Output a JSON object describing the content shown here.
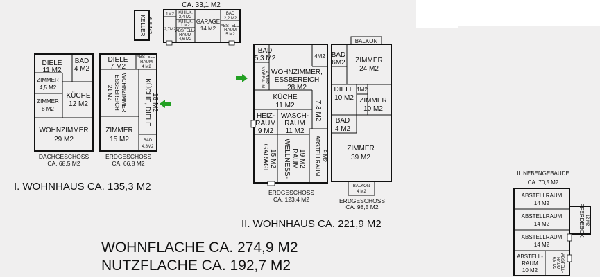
{
  "annex_top": {
    "total": "CA. 33,1 M2",
    "keller": [
      "KELLER",
      "6,8 M2"
    ],
    "r1m2": "1M2",
    "r27": "2,7M2",
    "kuhl": [
      "KÜHLK.",
      "2,4 M2",
      "KÜHLK.",
      "1 M2"
    ],
    "abst46": [
      "ABSTELL-",
      "RAUM",
      "4,6 M2"
    ],
    "garage": [
      "GARAGE",
      "14 M2"
    ],
    "bad22": [
      "BAD",
      "2,2 M2"
    ],
    "abst5": [
      "ABSTELL-",
      "RAUM",
      "5 M2"
    ]
  },
  "dach": {
    "diele": [
      "DIELE",
      "11 M2"
    ],
    "bad": [
      "BAD",
      "4 M2"
    ],
    "zimmer1": [
      "ZIMMER",
      "4,5 M2"
    ],
    "kueche": [
      "KÜCHE",
      "12 M2"
    ],
    "zimmer2": [
      "ZIMMER",
      "8 M2"
    ],
    "wohn": [
      "WOHNZIMMER",
      "29 M2"
    ],
    "caption": [
      "DACHGESCHOSS",
      "CA. 68,5 M2"
    ]
  },
  "erd1": {
    "diele": [
      "DIELE",
      "7 M2"
    ],
    "abst": [
      "ABSTELL-",
      "RAUM",
      "4 M2"
    ],
    "wohn": [
      "WOHNZIMMER",
      "ESSBEREICH",
      "21 M2"
    ],
    "kueche": [
      "KÜCHE, DIELE",
      "15 M2"
    ],
    "zimmer": [
      "ZIMMER",
      "15 M2"
    ],
    "bad": [
      "BAD",
      "4,8M2"
    ],
    "caption": [
      "ERDGESCHOSS",
      "CA. 66,8 M2"
    ]
  },
  "title1": "I. WOHNHAUS CA. 135,3 M2",
  "erd2": {
    "bad": [
      "BAD",
      "5,3 M2"
    ],
    "vorraum": [
      "VORRAUM",
      "4,8 M2"
    ],
    "m4": "4M2",
    "wohn": [
      "WOHNZIMMER,",
      "ESSBEREICH",
      "28 M2"
    ],
    "kueche": [
      "KÜCHE",
      "11 M2"
    ],
    "r73": "7,3 M2",
    "heiz": [
      "HEIZ-",
      "RAUM",
      "9 M2"
    ],
    "wasch": [
      "WASCH-",
      "RAUM",
      "11 M2"
    ],
    "abst": [
      "ABSTELLRAUM",
      "9 M2"
    ],
    "garage": [
      "GARAGE",
      "15 M2"
    ],
    "wellness": [
      "WELLNESS-",
      "RAUM",
      "19 M2"
    ],
    "caption": [
      "ERDGESCHOSS",
      "CA. 123,4 M2"
    ]
  },
  "erd3": {
    "balkon_top": "BALKON",
    "bad6": [
      "BAD",
      "6M2"
    ],
    "zimmer24": [
      "ZIMMER",
      "24 M2"
    ],
    "diele": [
      "DIELE",
      "10 M2"
    ],
    "m1": "1M2",
    "zimmer10": [
      "ZIMMER",
      "10 M2"
    ],
    "bad4": [
      "BAD",
      "4 M2"
    ],
    "zimmer39": [
      "ZIMMER",
      "39 M2"
    ],
    "balkon_bottom": [
      "BALKON",
      "4 M2"
    ],
    "caption": [
      "ERDGESCHOSS",
      "CA. 98,5 M2"
    ]
  },
  "title2": "II. WOHNHAUS CA. 221,9 M2",
  "neben": {
    "title": "II. NEBENGEBAUDE",
    "total": "CA. 70,5 M2",
    "abst1": [
      "ABSTELLRAUM",
      "14 M2"
    ],
    "abst2": [
      "ABSTELLRAUM",
      "14 M2"
    ],
    "abst3": [
      "ABSTELLRAUM",
      "14 M2"
    ],
    "abst4": [
      "ABSTELL-",
      "RAUM",
      "10 M2"
    ],
    "abst5": [
      "ABSTELL-",
      "RAUM",
      "6,5 M2"
    ],
    "pferdebox": [
      "PFERDEBOX",
      "12 M2"
    ]
  },
  "totals": {
    "wohnflache": "WOHNFLACHE CA. 274,9 M2",
    "nutzflache": "NUTZFLACHE CA. 192,7 M2"
  },
  "colors": {
    "background": "#f0efef",
    "arrow": "#22a022",
    "line": "#111111"
  }
}
